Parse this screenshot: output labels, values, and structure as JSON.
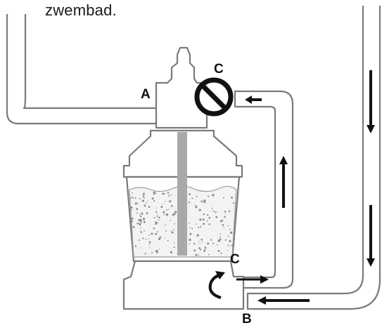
{
  "caption": "zwembad.",
  "labels": {
    "a": "A",
    "b": "B",
    "c_top": "C",
    "c_bottom": "C"
  },
  "colors": {
    "line": "#7a7a7a",
    "pipe_fill": "#ffffff",
    "arrow": "#111111",
    "rod": "#a9a9a9",
    "sand_dots": "#8c8c8c"
  },
  "icons": {
    "valve": "prohibited-valve-icon",
    "flow_arrow": "flow-arrow-icon",
    "swirl": "curved-arrow-icon"
  }
}
